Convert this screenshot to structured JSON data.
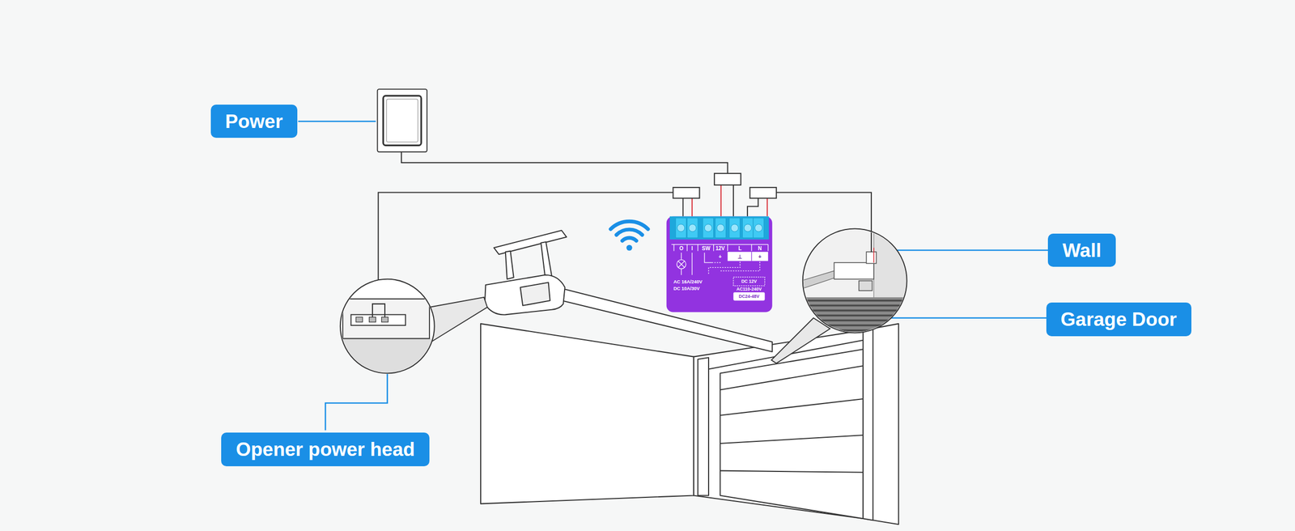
{
  "diagram": {
    "nodes": [
      {
        "text": [
          "Power"
        ]
      },
      {
        "text": [
          "O",
          "I",
          "SW",
          "12V",
          "L",
          "N",
          "+",
          "⊥",
          "+",
          "AC 16A/240V",
          "DC 10A/30V",
          "DC 12V",
          "AC110-240V",
          "DC24-48V"
        ]
      },
      {
        "text": [
          "Wall"
        ]
      },
      {
        "text": [
          "Garage Door"
        ]
      },
      {
        "text": [
          "Opener power head"
        ]
      }
    ]
  }
}
